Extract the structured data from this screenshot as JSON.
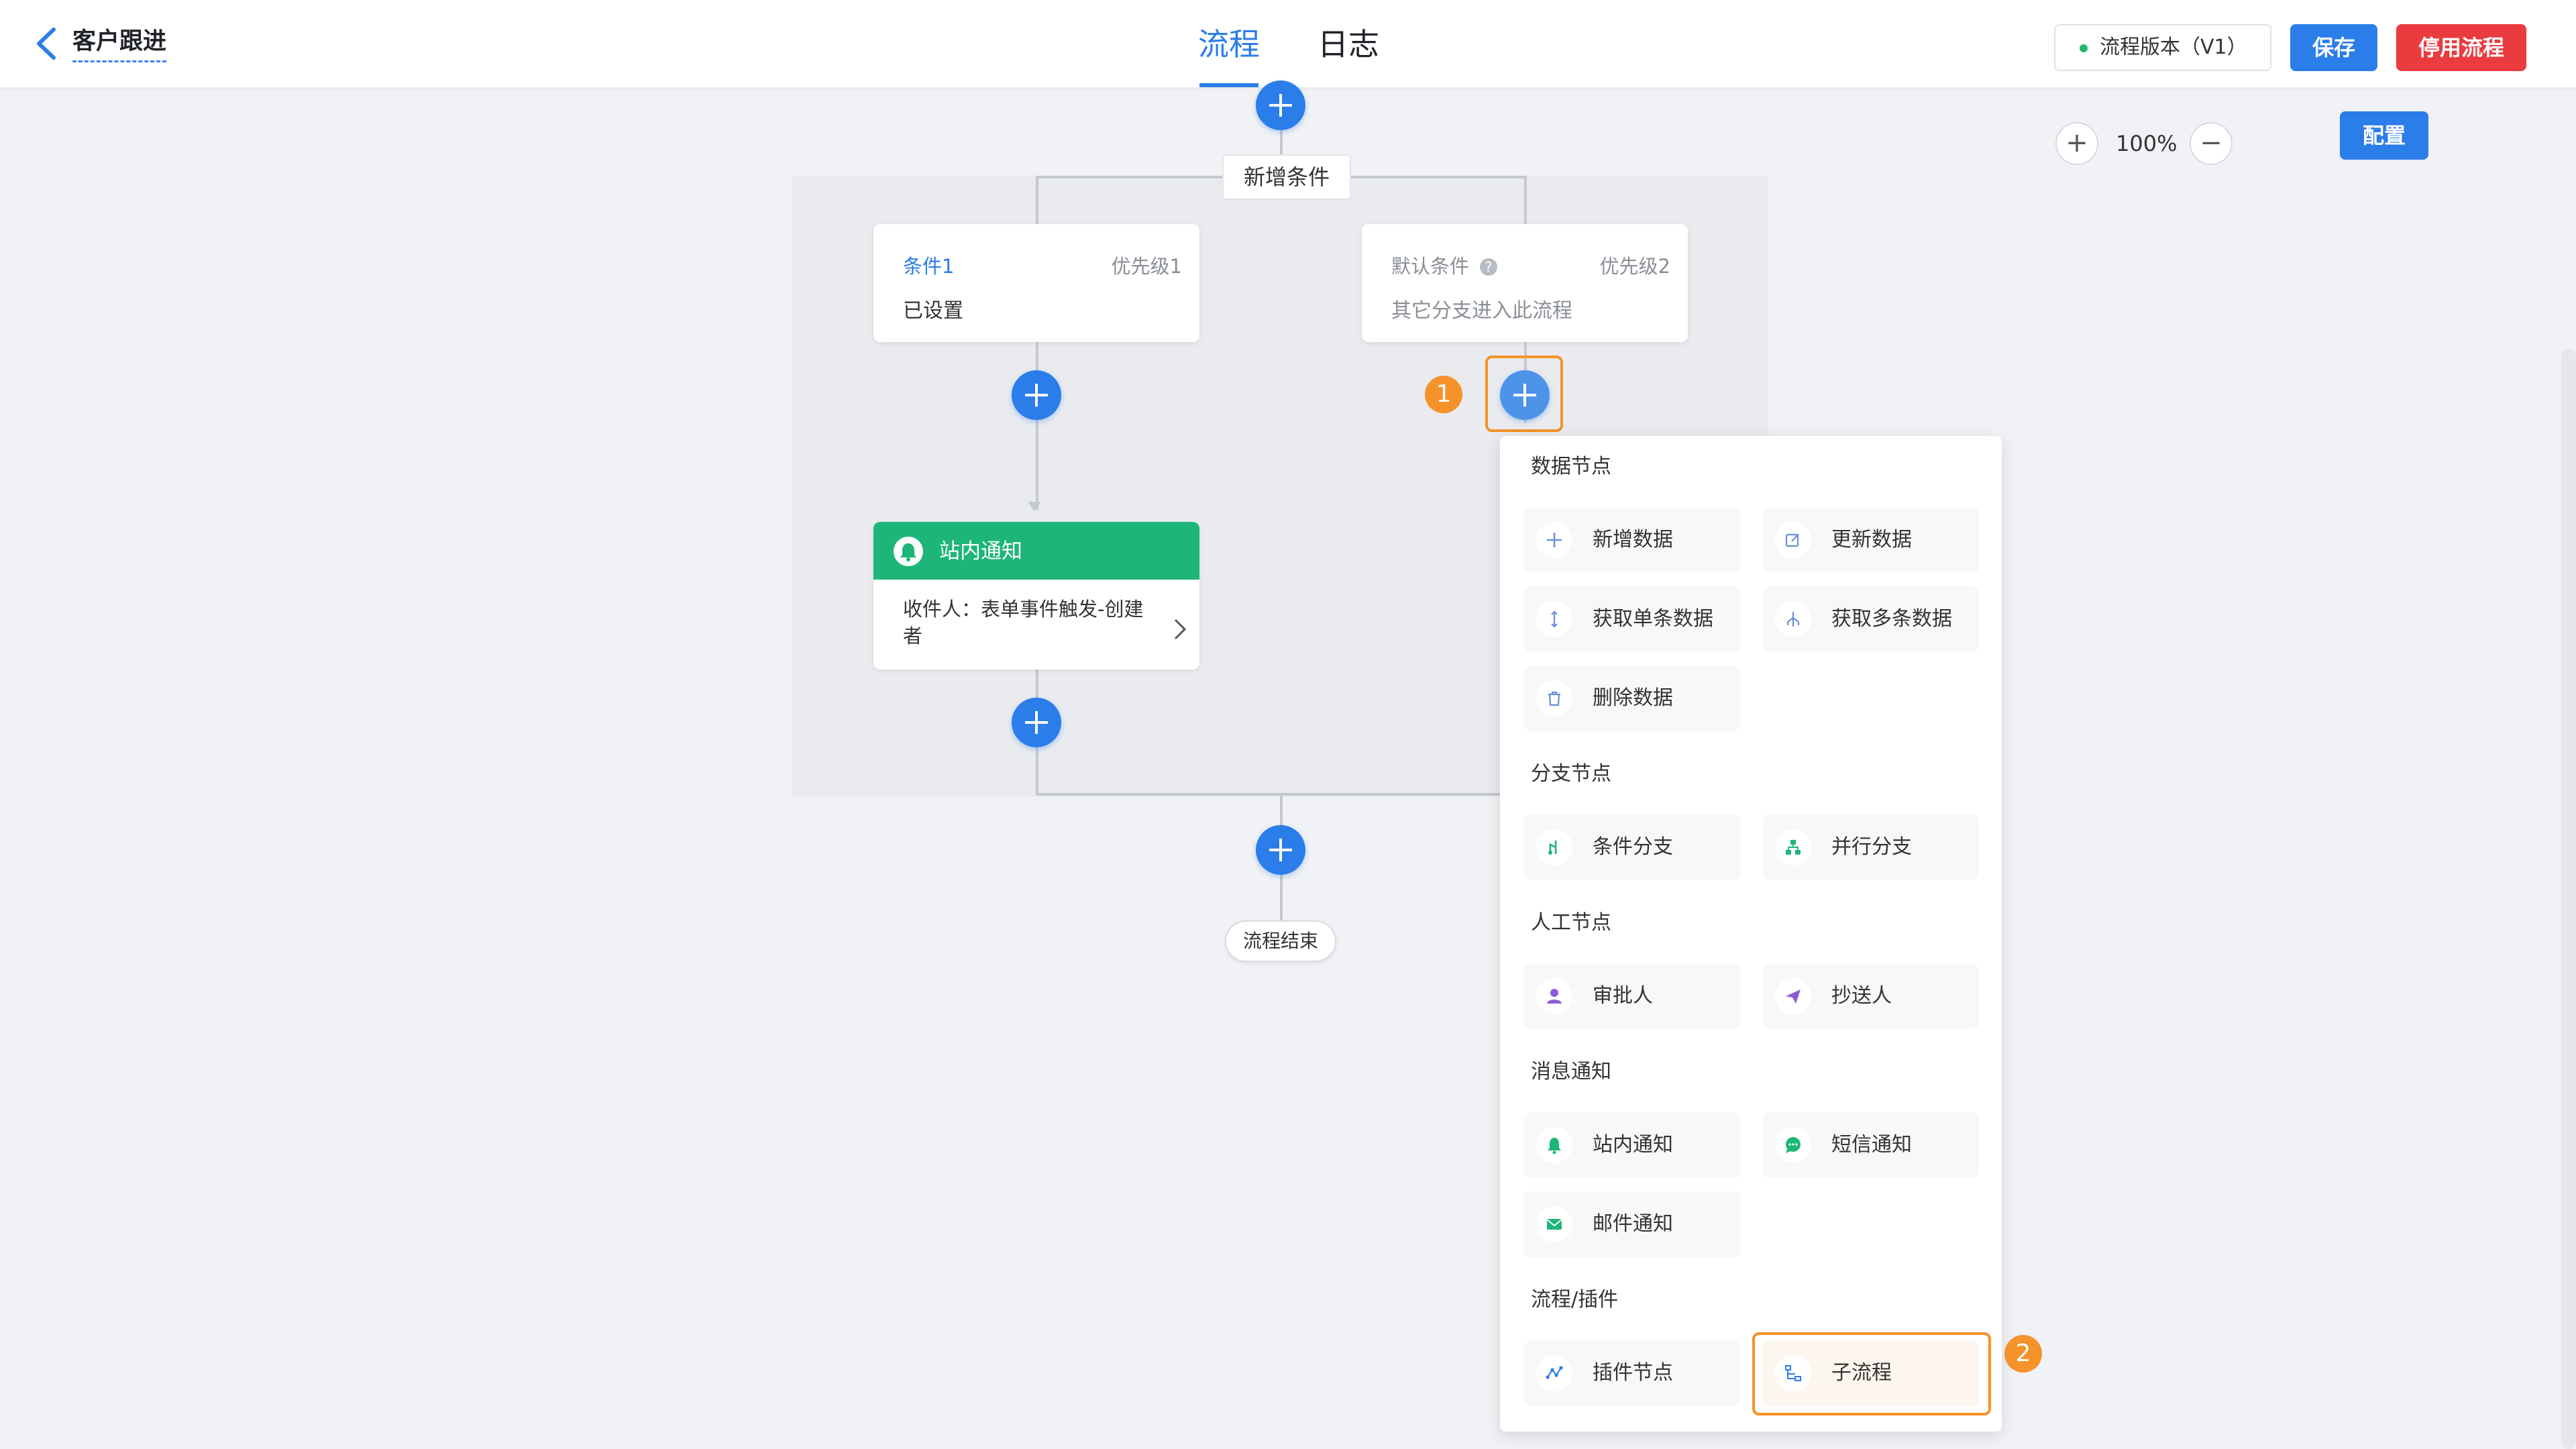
{
  "header": {
    "title": "客户跟进",
    "tabs": [
      {
        "label": "流程",
        "active": true
      },
      {
        "label": "日志",
        "active": false
      }
    ],
    "version": "流程版本（V1）",
    "save": "保存",
    "stop": "停用流程"
  },
  "toolbar": {
    "zoom": "100%",
    "config": "配置"
  },
  "flow": {
    "new_condition": "新增条件",
    "branches": [
      {
        "title": "条件1",
        "priority": "优先级1",
        "body": "已设置"
      },
      {
        "title": "默认条件",
        "priority": "优先级2",
        "body": "其它分支进入此流程"
      }
    ],
    "notice": {
      "title": "站内通知",
      "body": "收件人：表单事件触发-创建者"
    },
    "end": "流程结束"
  },
  "markers": [
    "1",
    "2"
  ],
  "menu": {
    "sections": [
      {
        "title": "数据节点",
        "items": [
          "新增数据",
          "更新数据",
          "获取单条数据",
          "获取多条数据",
          "删除数据"
        ]
      },
      {
        "title": "分支节点",
        "items": [
          "条件分支",
          "并行分支"
        ]
      },
      {
        "title": "人工节点",
        "items": [
          "审批人",
          "抄送人"
        ]
      },
      {
        "title": "消息通知",
        "items": [
          "站内通知",
          "短信通知",
          "邮件通知"
        ]
      },
      {
        "title": "流程/插件",
        "items": [
          "插件节点",
          "子流程"
        ]
      }
    ]
  },
  "colors": {
    "primary": "#2b7de9",
    "danger": "#ea3b3f",
    "success": "#1db678",
    "highlight": "#f5922a"
  }
}
